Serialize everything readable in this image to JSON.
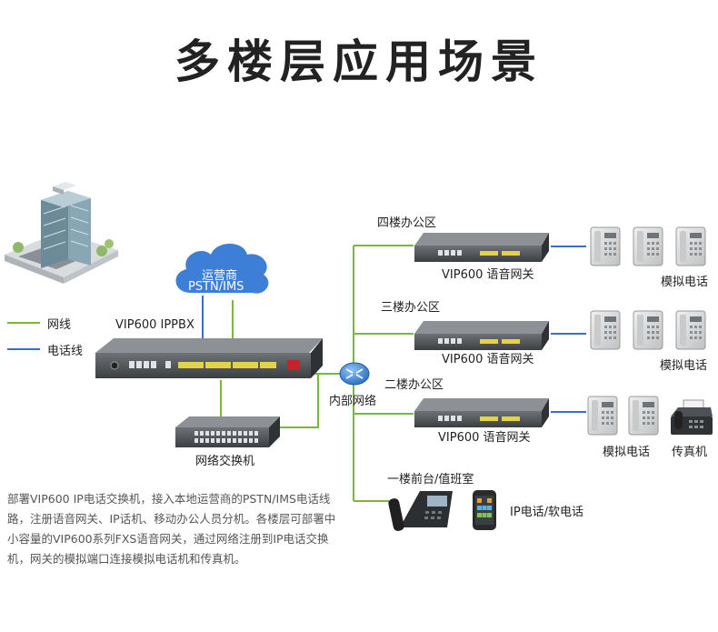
{
  "title": "多楼层应用场景",
  "legend": {
    "network_line": "网线",
    "phone_line": "电话线"
  },
  "colors": {
    "network": "#79b83a",
    "phone": "#3a6fc4",
    "cloud": "#3d7fd6"
  },
  "cloud_label": [
    "运营商",
    "PSTN/IMS"
  ],
  "ippbx_label": "VIP600 IPPBX",
  "switch_label": "网络交换机",
  "router_label": "内部网络",
  "floors": [
    {
      "name": "四楼办公区",
      "gateway": "VIP600 语音网关",
      "terminal_label": "模拟电话"
    },
    {
      "name": "三楼办公区",
      "gateway": "VIP600 语音网关",
      "terminal_label": "模拟电话"
    },
    {
      "name": "二楼办公区",
      "gateway": "VIP600 语音网关",
      "terminal_labels": [
        "模拟电话",
        "传真机"
      ]
    }
  ],
  "first_floor": {
    "name": "一楼前台/值班室",
    "terminal_label": "IP电话/软电话"
  },
  "description": "部署VIP600 IP电话交换机，接入本地运营商的PSTN/IMS电话线路，注册语音网关、IP话机、移动办公人员分机。各楼层可部署中小容量的VIP600系列FXS语音网关，通过网络注册到IP电话交换机，网关的模拟端口连接模拟电话机和传真机。"
}
